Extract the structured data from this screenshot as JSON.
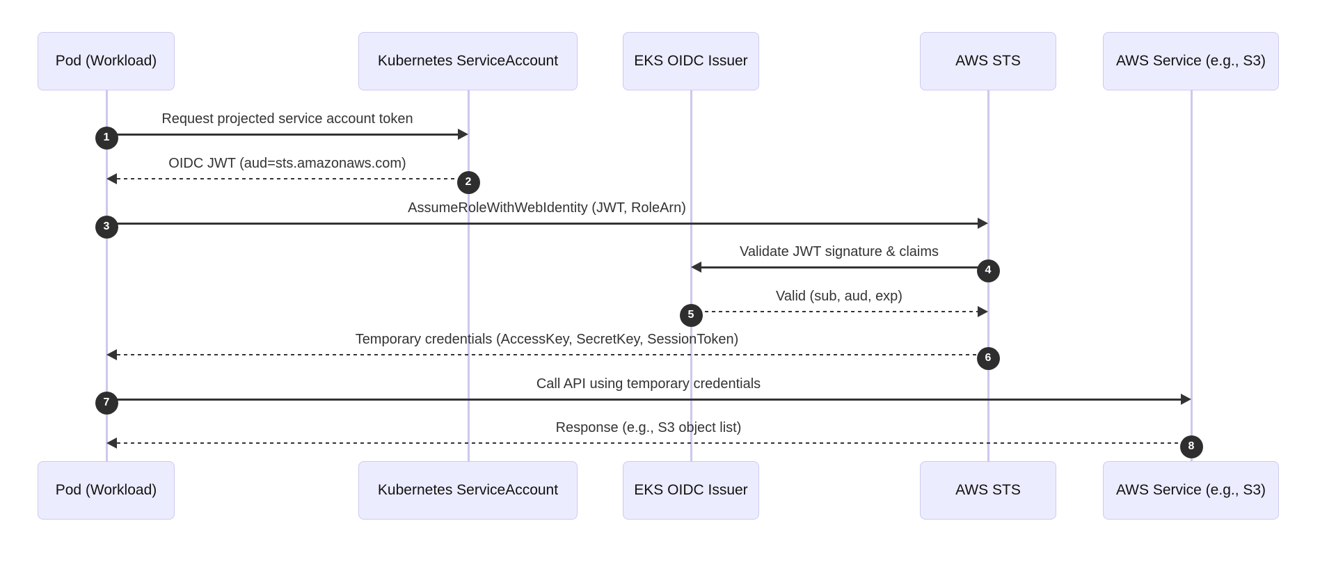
{
  "diagram": {
    "type": "sequence-diagram",
    "title": "",
    "colors": {
      "background": "#FFFFFF",
      "actor_fill": "#ECECFF",
      "actor_border": "#CFC9F0",
      "lifeline": "#CDC8EC",
      "message_line": "#333333",
      "message_text": "#333333",
      "seq_badge_fill": "#2E2E2E",
      "seq_badge_text": "#FFFFFF"
    },
    "actors": [
      {
        "id": "pod",
        "label": "Pod (Workload)"
      },
      {
        "id": "k8s-serviceaccount",
        "label": "Kubernetes ServiceAccount"
      },
      {
        "id": "eks-oidc-issuer",
        "label": "EKS OIDC Issuer"
      },
      {
        "id": "aws-sts",
        "label": "AWS STS"
      },
      {
        "id": "aws-service",
        "label": "AWS Service (e.g., S3)"
      }
    ],
    "messages": [
      {
        "seq": "1",
        "from": "pod",
        "to": "k8s-serviceaccount",
        "line": "solid",
        "text": "Request projected service account token"
      },
      {
        "seq": "2",
        "from": "k8s-serviceaccount",
        "to": "pod",
        "line": "dashed",
        "text": "OIDC JWT (aud=sts.amazonaws.com)"
      },
      {
        "seq": "3",
        "from": "pod",
        "to": "aws-sts",
        "line": "solid",
        "text": "AssumeRoleWithWebIdentity (JWT, RoleArn)"
      },
      {
        "seq": "4",
        "from": "aws-sts",
        "to": "eks-oidc-issuer",
        "line": "solid",
        "text": "Validate JWT signature & claims"
      },
      {
        "seq": "5",
        "from": "eks-oidc-issuer",
        "to": "aws-sts",
        "line": "dashed",
        "text": "Valid (sub, aud, exp)"
      },
      {
        "seq": "6",
        "from": "aws-sts",
        "to": "pod",
        "line": "dashed",
        "text": "Temporary credentials (AccessKey, SecretKey, SessionToken)"
      },
      {
        "seq": "7",
        "from": "pod",
        "to": "aws-service",
        "line": "solid",
        "text": "Call API using temporary credentials"
      },
      {
        "seq": "8",
        "from": "aws-service",
        "to": "pod",
        "line": "dashed",
        "text": "Response (e.g., S3 object list)"
      }
    ]
  }
}
